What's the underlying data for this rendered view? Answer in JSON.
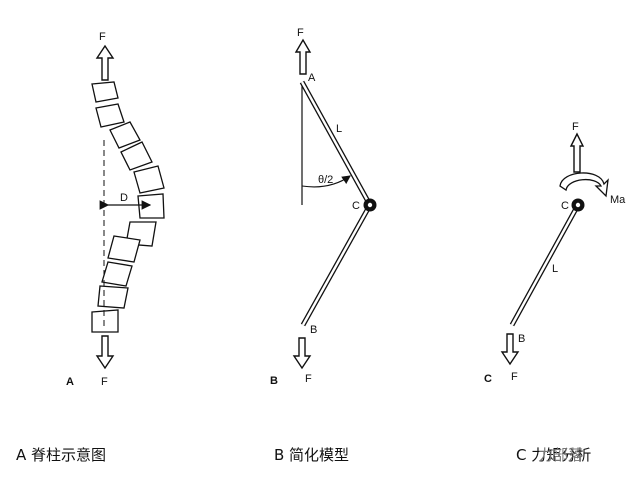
{
  "panel_a": {
    "tag": "A",
    "force_top": "F",
    "force_bottom": "F",
    "dimension": "D",
    "caption": "A  脊柱示意图"
  },
  "panel_b": {
    "tag": "B",
    "force_top": "F",
    "force_bottom": "F",
    "point_a": "A",
    "point_b": "B",
    "point_c": "C",
    "length": "L",
    "angle": "θ/2",
    "caption": "B  简化模型"
  },
  "panel_c": {
    "tag": "C",
    "force_top": "F",
    "force_bottom": "F",
    "point_b": "B",
    "point_c": "C",
    "length": "L",
    "moment": "Ma",
    "caption": "C  力矩分析"
  },
  "watermark": "力部落"
}
